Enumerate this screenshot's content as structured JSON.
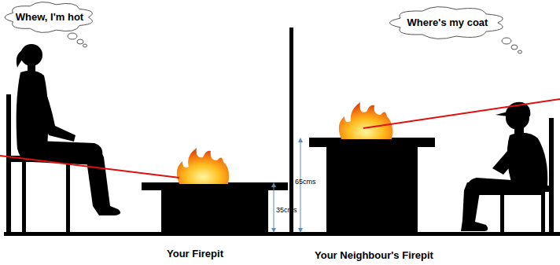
{
  "diagram": {
    "nodes": [
      {
        "text": [
          "Whew, I'm hot"
        ]
      },
      {
        "text": [
          "Where's my coat"
        ]
      }
    ],
    "labels": [
      "35cms",
      "65cms",
      "Your Firepit",
      "Your Neighbour's Firepit"
    ]
  }
}
